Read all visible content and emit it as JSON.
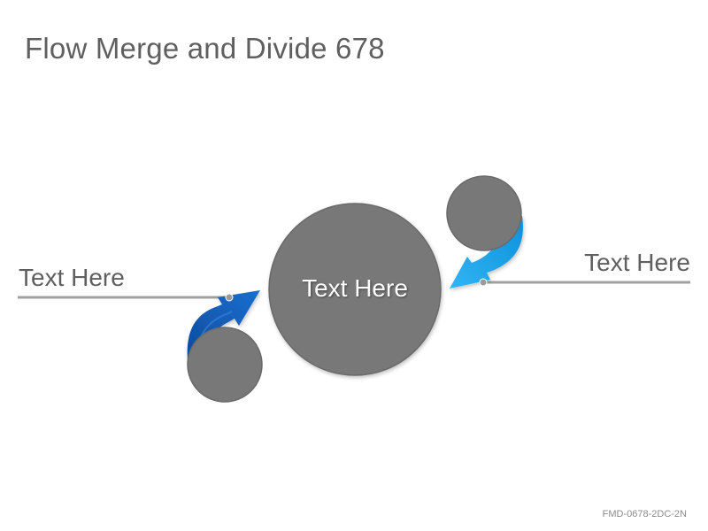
{
  "title": "Flow Merge and Divide 678",
  "center_label": "Text Here",
  "left_label": "Text Here",
  "right_label": "Text Here",
  "footer_code": "FMD-0678-2DC-2N",
  "colors": {
    "circle": "#787878",
    "circle_border": "#6a6a6a",
    "arrow_dark_blue": "#1565c0",
    "arrow_light_blue": "#1da1e8",
    "connector_line": "#a0a0a0",
    "text": "#5f5f5f"
  }
}
